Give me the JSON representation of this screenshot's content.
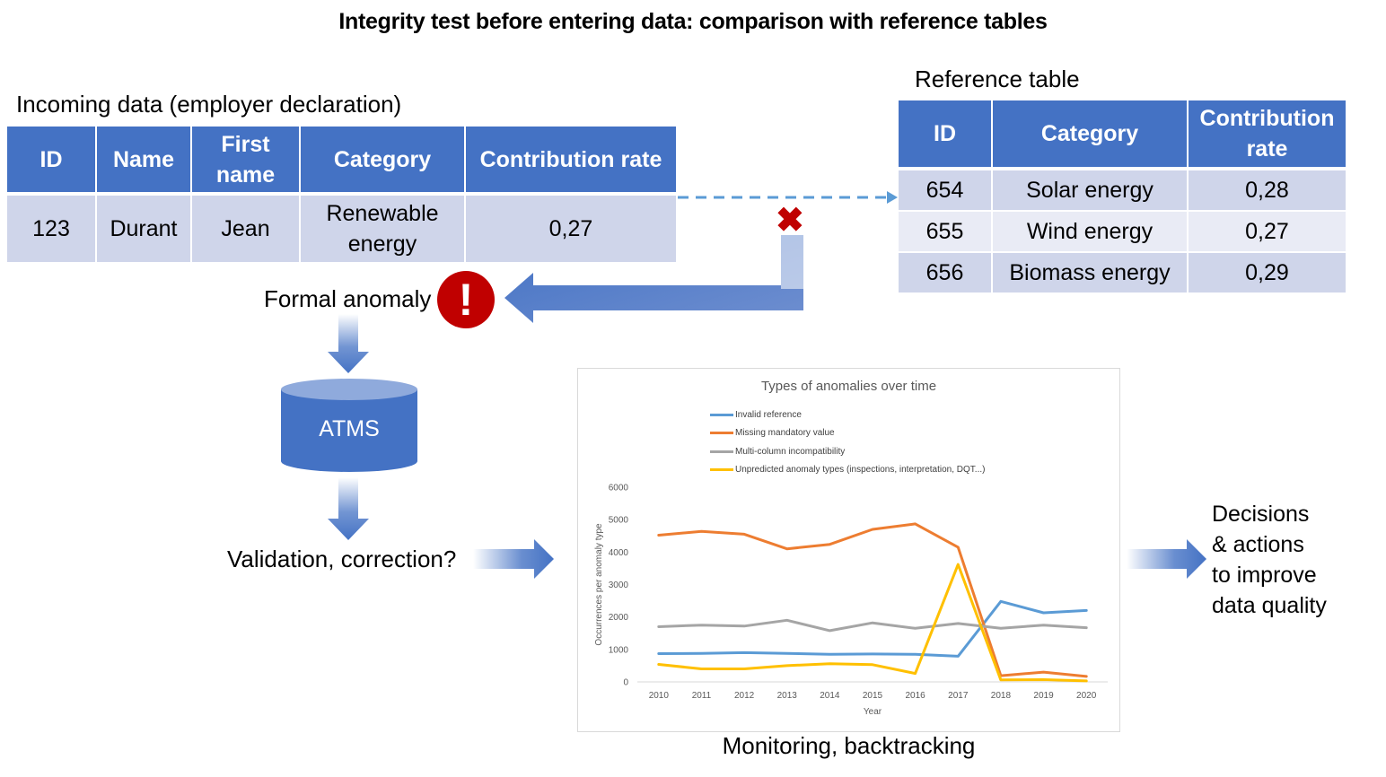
{
  "title": "Integrity test before entering data: comparison with reference tables",
  "incoming": {
    "caption": "Incoming data (employer declaration)",
    "headers": [
      "ID",
      "Name",
      "First name",
      "Category",
      "Contribution rate"
    ],
    "row": [
      "123",
      "Durant",
      "Jean",
      "Renewable energy",
      "0,27"
    ]
  },
  "reference": {
    "caption": "Reference table",
    "headers": [
      "ID",
      "Category",
      "Contribution rate"
    ],
    "rows": [
      [
        "654",
        "Solar energy",
        "0,28"
      ],
      [
        "655",
        "Wind energy",
        "0,27"
      ],
      [
        "656",
        "Biomass energy",
        "0,29"
      ]
    ]
  },
  "flow": {
    "anomaly_label": "Formal anomaly",
    "alert_glyph": "!",
    "mismatch_glyph": "✖",
    "database_label": "ATMS",
    "validation_label": "Validation, correction?",
    "decisions_lines": [
      "Decisions",
      "& actions",
      "to improve",
      "data quality"
    ],
    "monitoring_label": "Monitoring, backtracking"
  },
  "colors": {
    "header_blue": "#4472c4",
    "row_light": "#cfd5ea",
    "row_lighter": "#e9ebf5",
    "alert_red": "#c00000",
    "arrow_blue": "#4472c4"
  },
  "chart_data": {
    "type": "line",
    "title": "Types of anomalies over time",
    "xlabel": "Year",
    "ylabel": "Occurrences per anomaly type",
    "x": [
      "2010",
      "2011",
      "2012",
      "2013",
      "2014",
      "2015",
      "2016",
      "2017",
      "2018",
      "2019",
      "2020"
    ],
    "ylim": [
      0,
      6000
    ],
    "yticks": [
      0,
      1000,
      2000,
      3000,
      4000,
      5000,
      6000
    ],
    "grid": false,
    "legend_position": "top",
    "series": [
      {
        "name": "Invalid reference",
        "color": "#5b9bd5",
        "values": [
          870,
          880,
          900,
          880,
          850,
          860,
          850,
          790,
          2480,
          2130,
          2200
        ]
      },
      {
        "name": "Missing mandatory value",
        "color": "#ed7d31",
        "values": [
          4520,
          4640,
          4550,
          4100,
          4240,
          4700,
          4870,
          4150,
          190,
          300,
          170
        ]
      },
      {
        "name": "Multi-column incompatibility",
        "color": "#a5a5a5",
        "values": [
          1700,
          1750,
          1720,
          1900,
          1580,
          1820,
          1650,
          1800,
          1650,
          1750,
          1670
        ]
      },
      {
        "name": "Unpredicted anomaly types (inspections, interpretation, DQT...)",
        "color": "#ffc000",
        "values": [
          540,
          400,
          400,
          500,
          560,
          530,
          260,
          3620,
          60,
          70,
          30
        ]
      }
    ]
  }
}
